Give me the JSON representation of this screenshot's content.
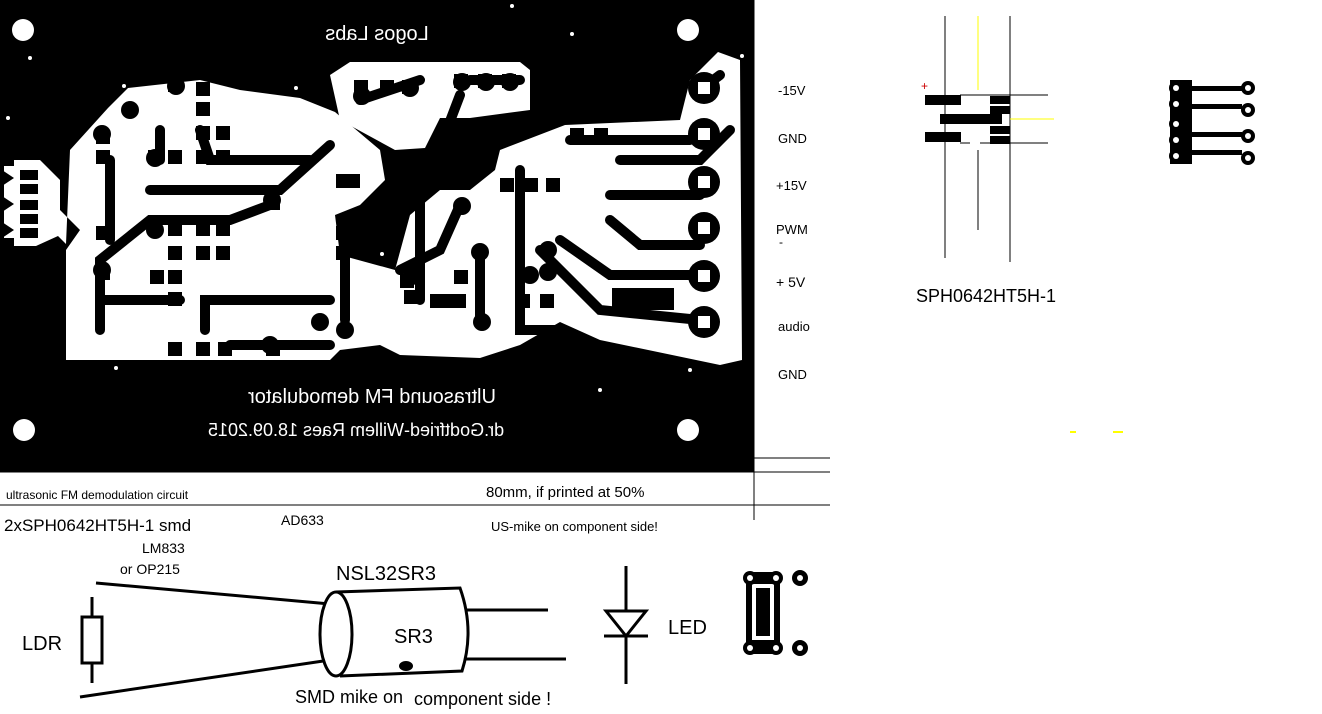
{
  "pcb": {
    "company": "Logos Labs",
    "title": "Ultrasound FM demodulator",
    "author_date": "dr.Godtfried-Willem Raes   18.09.2015"
  },
  "connector_labels": [
    "-15V",
    "GND",
    "+15V",
    "PWM",
    "+ 5V",
    "audio",
    "GND"
  ],
  "pwm_tick": "-",
  "mic_part": {
    "name": "SPH0642HT5H-1",
    "plus": "+"
  },
  "notes": {
    "description": "ultrasonic FM demodulation circuit",
    "print_scale": "80mm, if printed at 50%",
    "mics": "2xSPH0642HT5H-1 smd",
    "multiplier": "AD633",
    "us_mike": "US-mike on component side!",
    "opamp1": "LM833",
    "opamp2": "or OP215"
  },
  "optocoupler": {
    "name": "NSL32SR3",
    "body_label": "SR3",
    "ldr_label": "LDR",
    "led_label": "LED",
    "smd_note_1": "SMD mike on",
    "smd_note_2": "component side !"
  },
  "colors": {
    "copper": "#000000",
    "board_bg": "#ffffff",
    "highlight": "#ffff00",
    "polarity": "#cc0000"
  }
}
